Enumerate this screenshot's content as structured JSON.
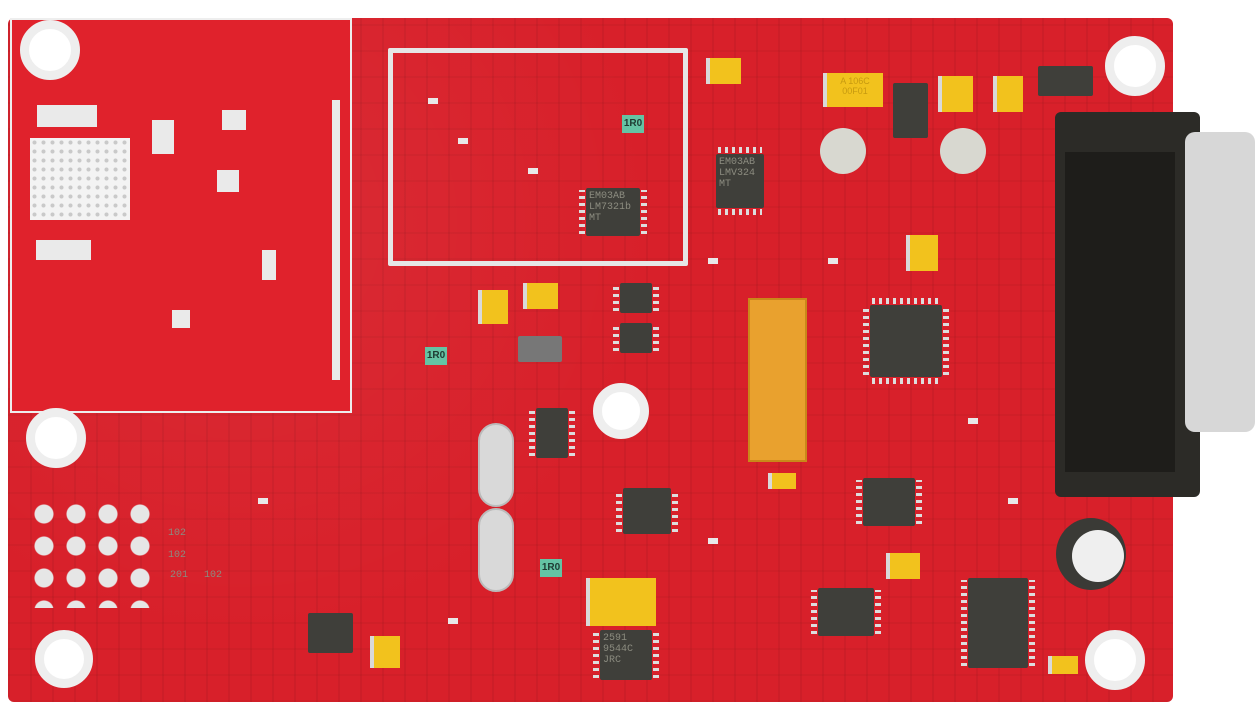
{
  "image": {
    "subject": "Red printed circuit board (PCB) with surface-mount components",
    "board_color": "#d8202a",
    "background_color": "#ffffff"
  },
  "components": {
    "ic_lmv324_top": {
      "lines": [
        "EM03AB",
        "LMV324",
        "MT"
      ]
    },
    "ic_lm2316_shielded": {
      "lines": [
        "EM03AB",
        "LM7321b",
        "MT"
      ]
    },
    "tantalum_cap_top": {
      "lines": [
        "A 106C",
        "00F01"
      ]
    },
    "ic_jrc": {
      "lines": [
        "2591",
        "9544C",
        "JRC"
      ]
    },
    "inductor_labels": [
      "1R0",
      "1R0",
      "1R0"
    ],
    "resistor_labels": [
      "102",
      "102",
      "201",
      "102"
    ],
    "connector": "DB9 female connector (right edge)",
    "microcontroller": "32-pin QFP microcontroller (center right)",
    "header": "Yellow 7-pin header connector (center)",
    "electrolytic_cap": "Electrolytic capacitor (lower right)",
    "crystals": "Two HC-49 crystals (center)",
    "rf_shield": "RF shield can (left)"
  }
}
